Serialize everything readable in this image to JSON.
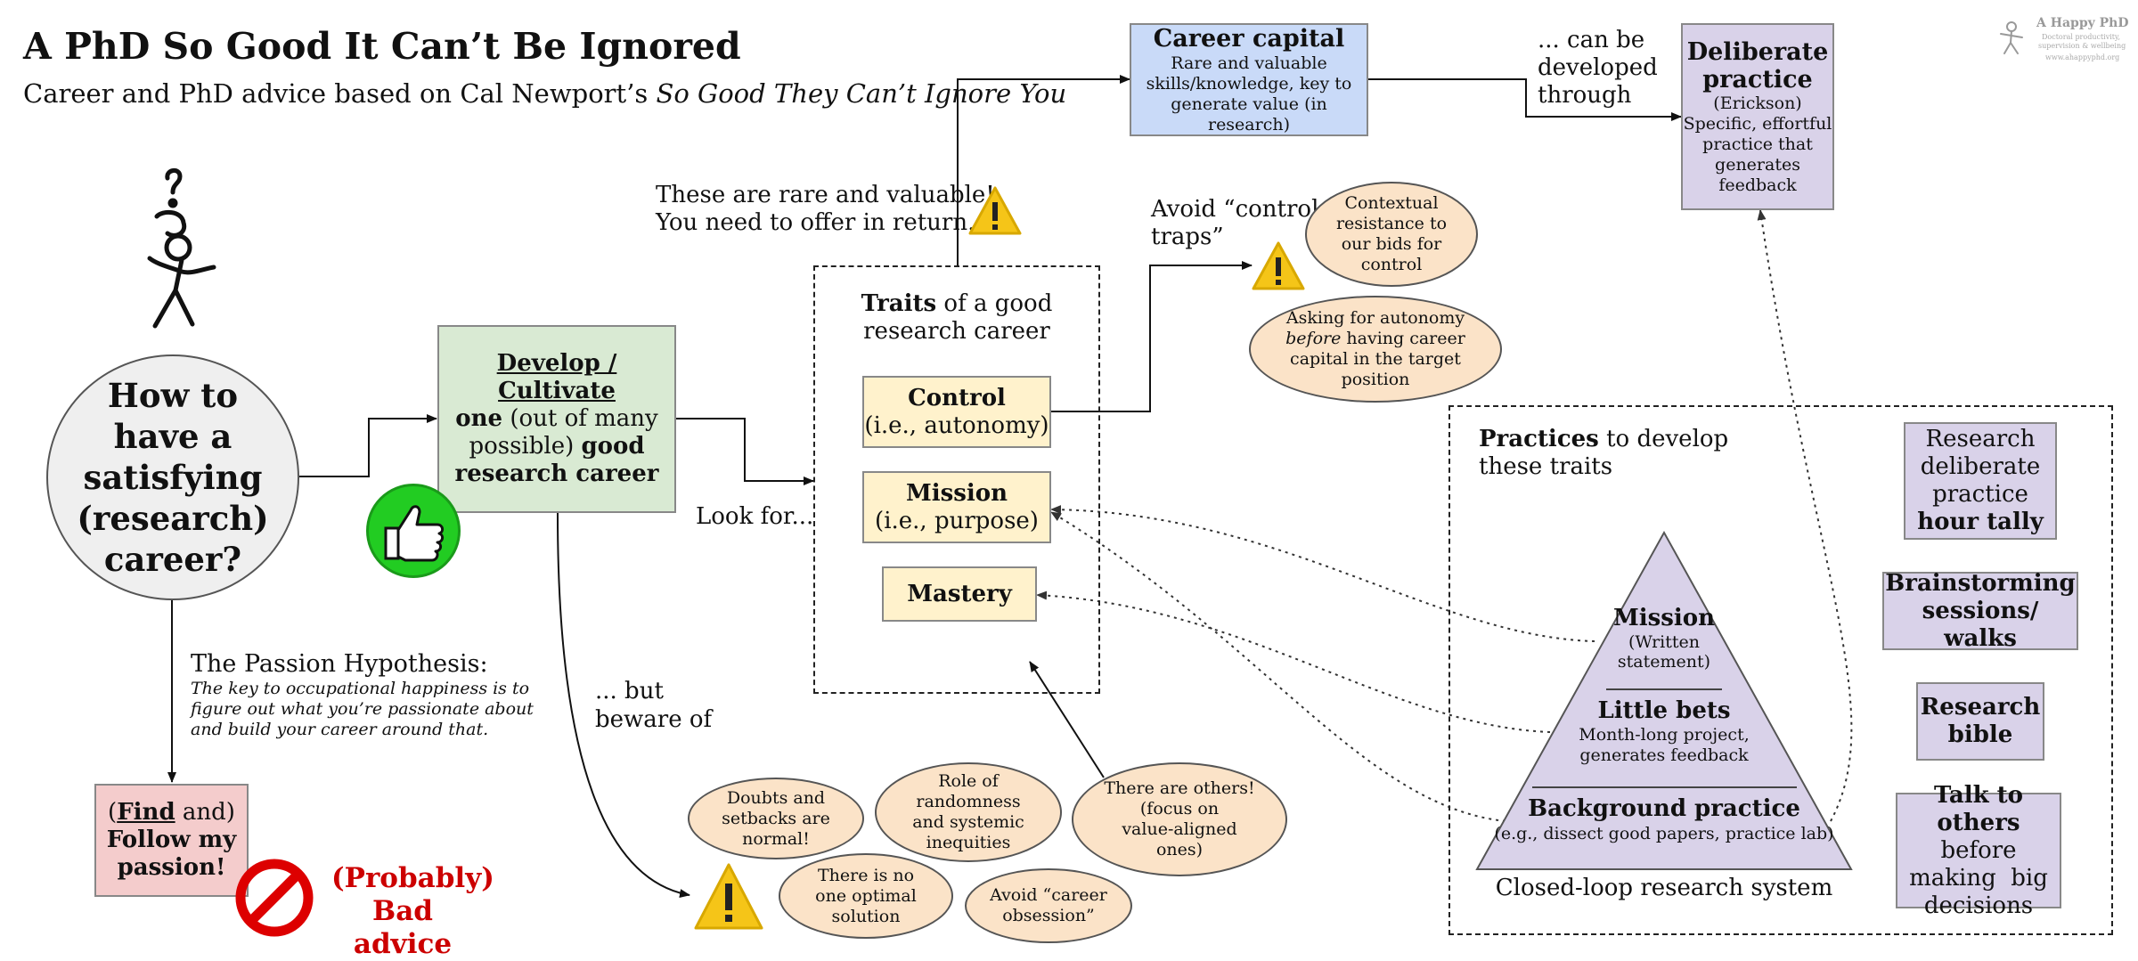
{
  "header": {
    "title": "A PhD So Good It Can’t Be Ignored",
    "subtitle_prefix": "Career and PhD advice based on Cal Newport’s",
    "subtitle_book": "So Good They Can’t Ignore You"
  },
  "logo": {
    "name": "A Happy PhD",
    "tagline_1": "Doctoral productivity,",
    "tagline_2": "supervision & wellbeing",
    "url": "www.ahappyphd.org"
  },
  "central_question": {
    "lines": [
      "How to",
      "have a",
      "satisfying",
      "(research)",
      "career?"
    ]
  },
  "develop_box": {
    "heading": "Develop / Cultivate",
    "one": "one",
    "mid": "(out of many possible)",
    "good": "good",
    "tail": "research career"
  },
  "passion": {
    "title": "The Passion Hypothesis:",
    "lines": [
      "The key to occupational happiness is to",
      "figure out what you’re passionate about",
      "and build your career around that."
    ]
  },
  "follow_box": {
    "open": "(",
    "find": "Find",
    "and": " and)",
    "line2": "Follow my",
    "line3": "passion!"
  },
  "bad_advice": {
    "line1": "(Probably)",
    "line2": "Bad advice"
  },
  "look_for": "Look for...",
  "but_beware": {
    "line1": "... but",
    "line2": "beware of"
  },
  "rare_note": {
    "line1": "These are rare and valuable!",
    "line2": "You need to offer in return..."
  },
  "traits": {
    "title_bold": "Traits",
    "title_rest": " of a good",
    "title_line2": "research career",
    "control": {
      "name": "Control",
      "sub": "(i.e., autonomy)"
    },
    "mission": {
      "name": "Mission",
      "sub": "(i.e., purpose)"
    },
    "mastery": {
      "name": "Mastery"
    }
  },
  "career_capital": {
    "title": "Career capital",
    "lines": [
      "Rare and valuable",
      "skills/knowledge, key to",
      "generate value (in research)"
    ]
  },
  "can_be": {
    "lines": [
      "... can be",
      "developed",
      "through"
    ]
  },
  "deliberate": {
    "line1": "Deliberate",
    "line2": "practice",
    "lines": [
      "(Erickson)",
      "Specific, effortful",
      "practice that",
      "generates",
      "feedback"
    ]
  },
  "control_traps": {
    "line1": "Avoid “control",
    "line2": "traps”",
    "oval1": [
      "Contextual",
      "resistance to",
      "our bids for",
      "control"
    ],
    "oval2_line1": "Asking for autonomy",
    "oval2_before": "before",
    "oval2_line2_rest": " having career",
    "oval2_line3": "capital in the target",
    "oval2_line4": "position"
  },
  "beware_ovals": {
    "doubts": [
      "Doubts and",
      "setbacks are",
      "normal!"
    ],
    "randomness": [
      "Role of",
      "randomness",
      "and systemic",
      "inequities"
    ],
    "others": [
      "There are others!",
      "(focus on",
      "value-aligned",
      "ones)"
    ],
    "optimal": [
      "There is no",
      "one optimal",
      "solution"
    ],
    "obsession": [
      "Avoid “career",
      "obsession”"
    ]
  },
  "practices": {
    "title_bold": "Practices",
    "title_rest": " to develop",
    "title_line2": "these traits",
    "pyramid": {
      "mission_title": "Mission",
      "mission_sub": [
        "(Written",
        "statement)"
      ],
      "bets_title": "Little bets",
      "bets_sub": [
        "Month-long project,",
        "generates feedback"
      ],
      "background_title": "Background practice",
      "background_sub": "(e.g., dissect good papers, practice lab)",
      "caption": "Closed-loop research system"
    },
    "tally": {
      "lines": [
        "Research",
        "deliberate",
        "practice"
      ],
      "bold": "hour tally"
    },
    "brainstorm": {
      "line1": "Brainstorming",
      "line2": "sessions/ walks"
    },
    "bible": {
      "line1": "Research",
      "line2": "bible"
    },
    "talk": {
      "bold1": "Talk to",
      "bold2": "others",
      "rest2": " before",
      "line3": "making  big",
      "line4": "decisions"
    }
  },
  "colors": {
    "central_fill": "#efefef",
    "develop_fill": "#d9ead3",
    "follow_fill": "#f4cccc",
    "trait_fill": "#fff2cc",
    "capital_fill": "#c9daf8",
    "practice_fill": "#d9d2e9",
    "oval_fill": "#fbe3c8",
    "warn_yellow": "#f5c518",
    "bad_red": "#cc0000",
    "thumb_green": "#22cc22"
  }
}
